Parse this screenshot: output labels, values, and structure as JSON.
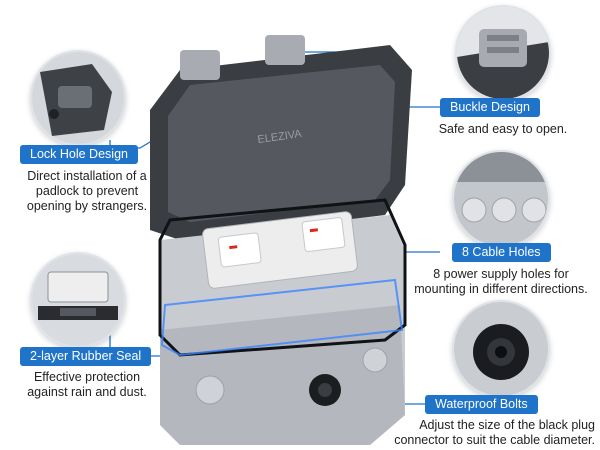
{
  "brand_on_lid": "ELEZIVA",
  "accent_color": "#1f73c9",
  "features": [
    {
      "title": "Lock Hole Design",
      "description_lines": [
        "Direct installation of a",
        "padlock to prevent",
        "opening by strangers."
      ]
    },
    {
      "title": "Buckle Design",
      "description_lines": [
        "Safe and easy to open."
      ]
    },
    {
      "title": "8 Cable Holes",
      "description_lines": [
        "8 power supply holes for",
        "mounting in different directions."
      ]
    },
    {
      "title": "2-layer Rubber Seal",
      "description_lines": [
        "Effective protection",
        "against rain and dust."
      ]
    },
    {
      "title": "Waterproof Bolts",
      "description_lines": [
        "Adjust the size of the black plug",
        "connector to suit the cable diameter."
      ]
    }
  ]
}
